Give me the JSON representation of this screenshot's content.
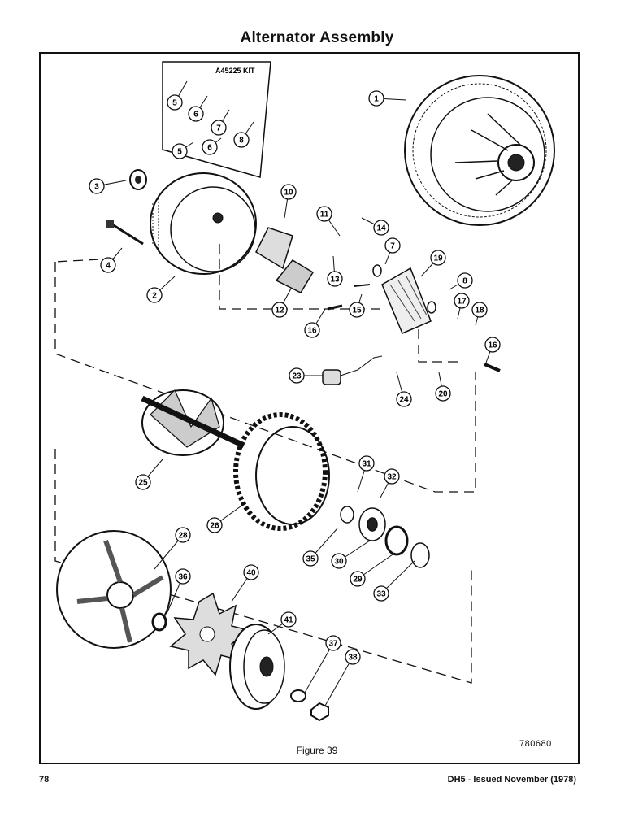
{
  "title": "Alternator Assembly",
  "kit_label": "A45225 KIT",
  "figure_caption": "Figure 39",
  "reference_number": "780680",
  "page_number": "78",
  "document_ref": "DH5 - Issued November (1978)",
  "callouts": [
    "1",
    "2",
    "3",
    "4",
    "5",
    "5",
    "6",
    "6",
    "7",
    "7",
    "8",
    "8",
    "10",
    "11",
    "12",
    "13",
    "14",
    "15",
    "16",
    "16",
    "17",
    "18",
    "19",
    "20",
    "23",
    "24",
    "25",
    "26",
    "28",
    "29",
    "30",
    "31",
    "32",
    "33",
    "35",
    "36",
    "37",
    "38",
    "40",
    "41"
  ]
}
